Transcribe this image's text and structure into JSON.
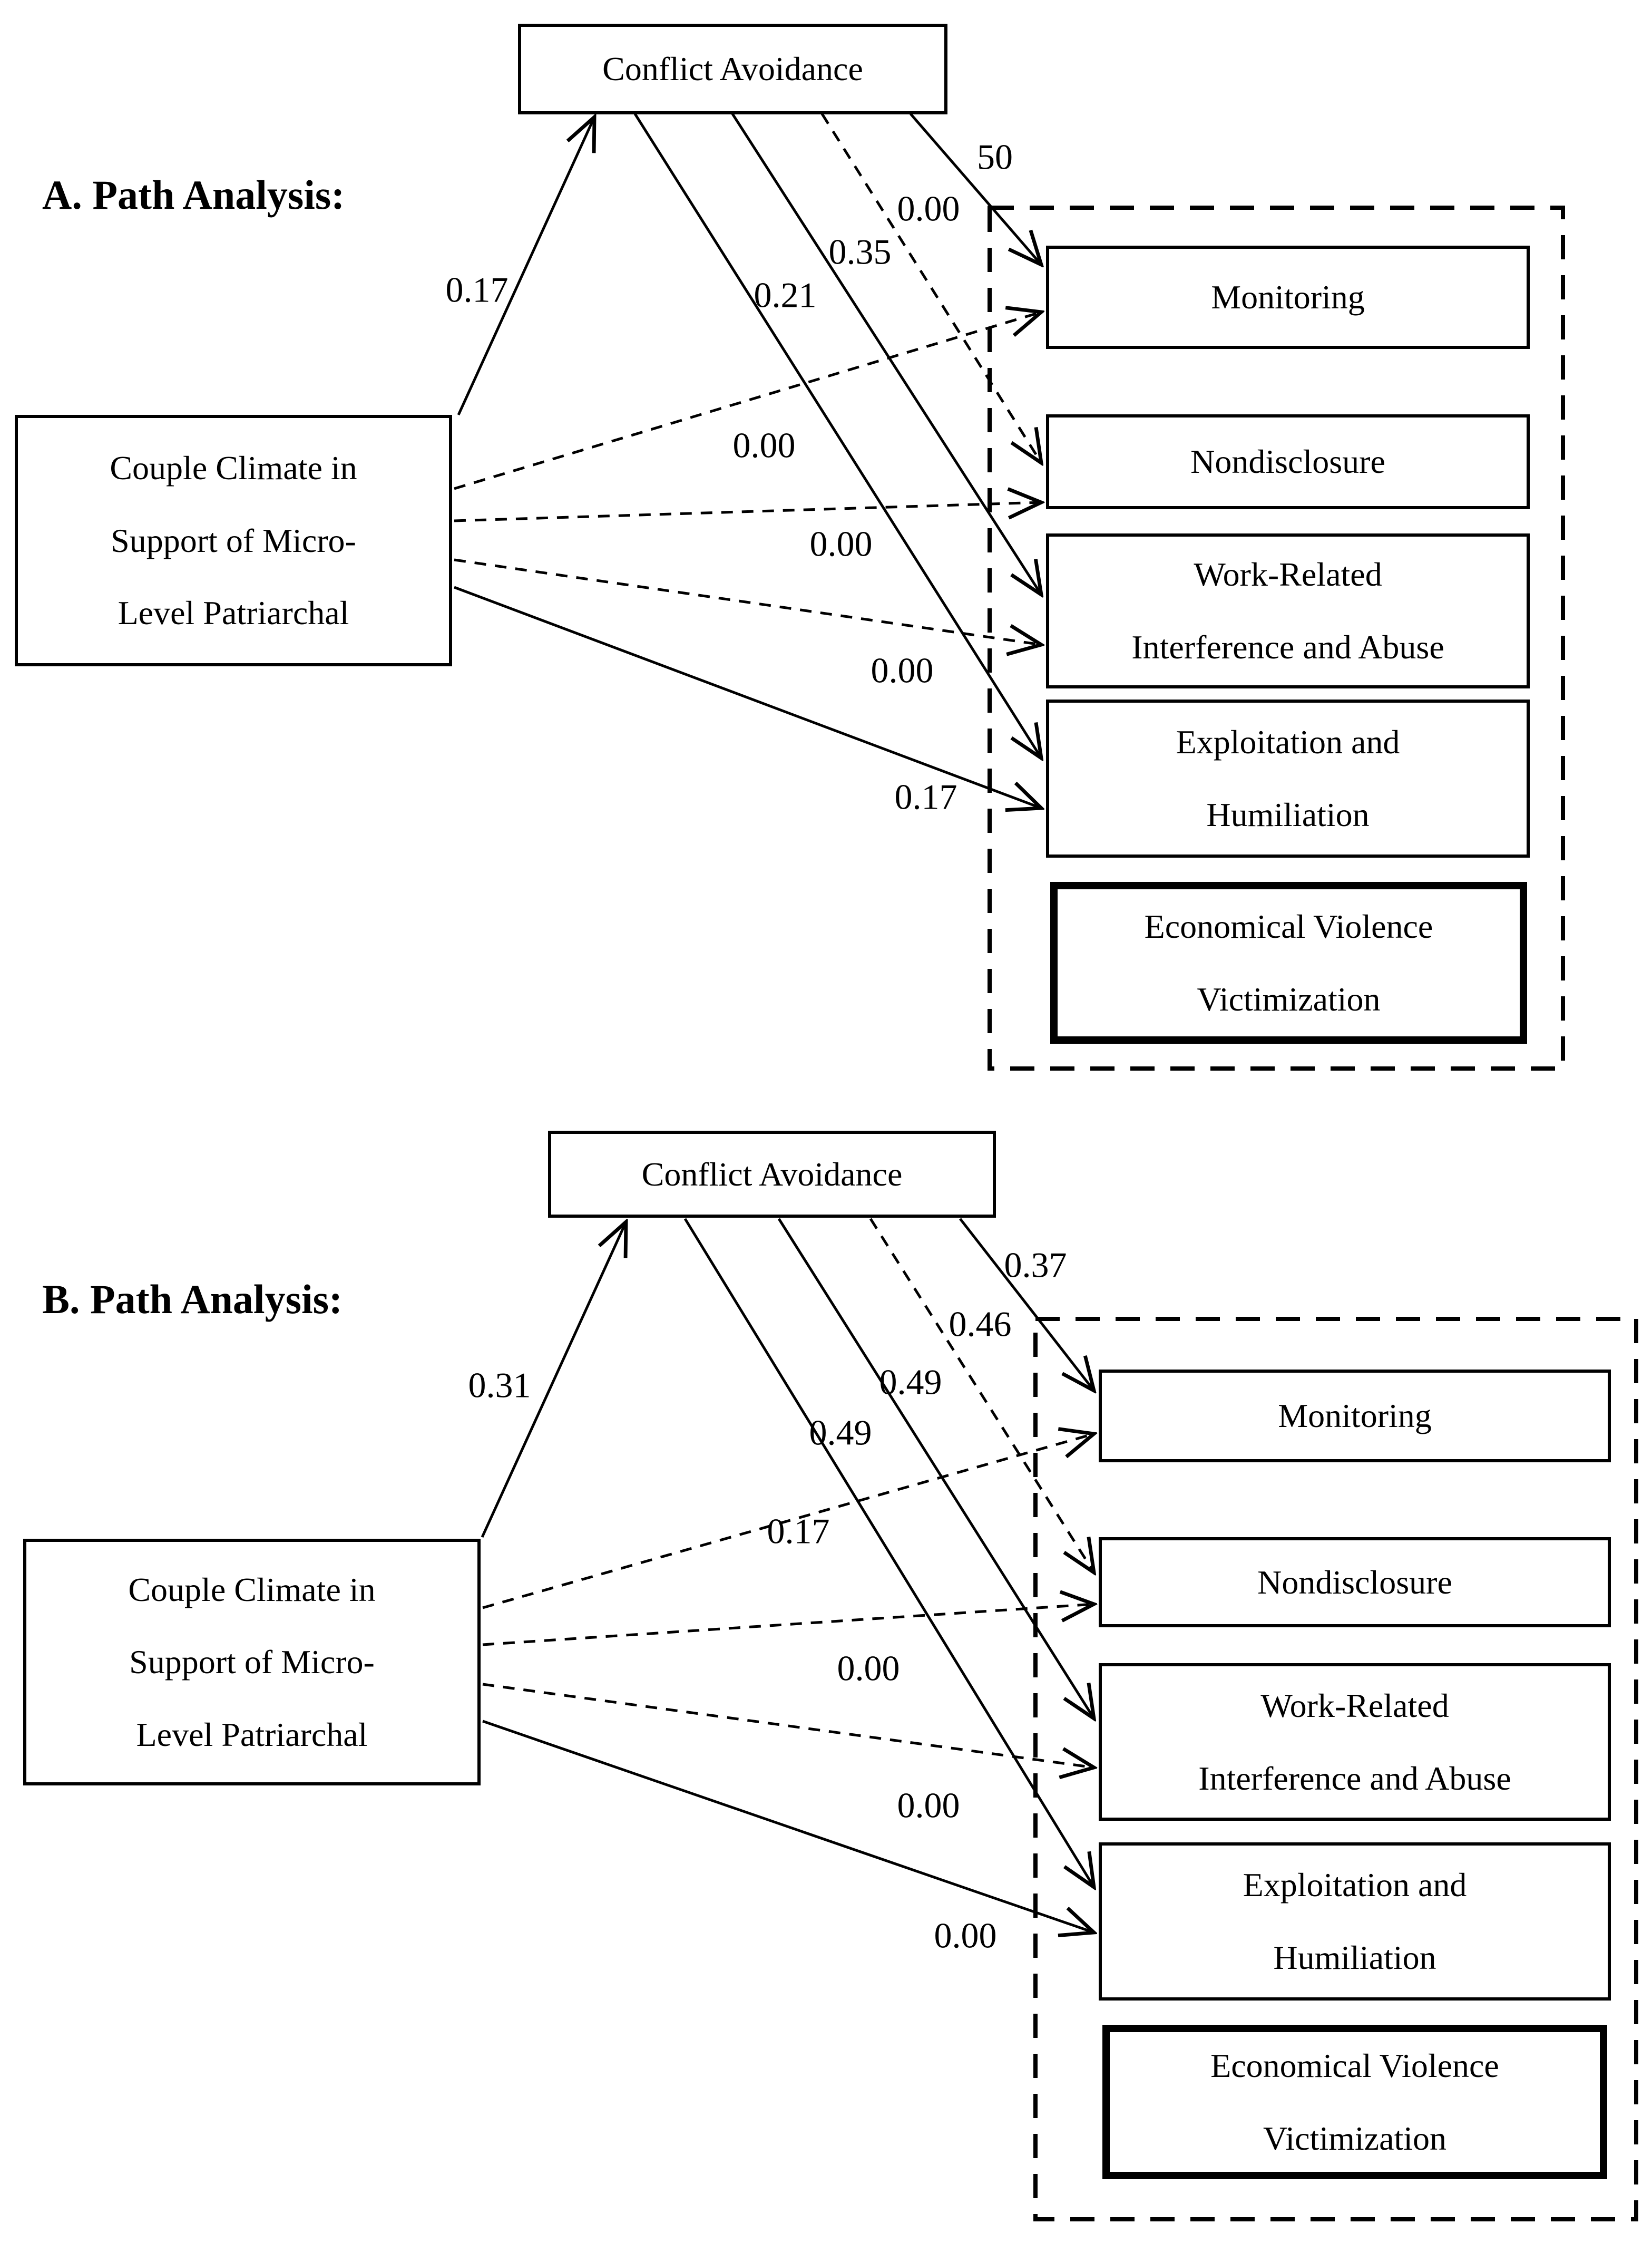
{
  "figure": {
    "colors": {
      "ink": "#000000",
      "background": "#ffffff"
    },
    "panel_a": {
      "title": "A. Path Analysis:",
      "nodes": {
        "predictor": {
          "lines": [
            "Couple Climate in",
            "Support of Micro-",
            "Level Patriarchal"
          ]
        },
        "mediator": {
          "lines": [
            "Conflict Avoidance"
          ]
        },
        "monitoring": {
          "lines": [
            "Monitoring"
          ]
        },
        "nondisclosure": {
          "lines": [
            "Nondisclosure"
          ]
        },
        "work_related": {
          "lines": [
            "Work-Related",
            "Interference and Abuse"
          ]
        },
        "exploitation": {
          "lines": [
            "Exploitation and",
            "Humiliation"
          ]
        },
        "economical_violence": {
          "lines": [
            "Economical Violence",
            "Victimization"
          ]
        }
      },
      "paths": [
        {
          "from": "couple_climate",
          "to": "conflict_avoidance",
          "label": "0.17",
          "style": "solid"
        },
        {
          "from": "conflict_avoidance",
          "to": "monitoring",
          "label": "50",
          "style": "solid"
        },
        {
          "from": "conflict_avoidance",
          "to": "nondisclosure",
          "label": "0.00",
          "style": "dashed"
        },
        {
          "from": "conflict_avoidance",
          "to": "work_related",
          "label": "0.35",
          "style": "solid"
        },
        {
          "from": "conflict_avoidance",
          "to": "exploitation",
          "label": "0.21",
          "style": "solid"
        },
        {
          "from": "couple_climate",
          "to": "monitoring",
          "label": "0.00",
          "style": "dashed"
        },
        {
          "from": "couple_climate",
          "to": "nondisclosure",
          "label": "0.00",
          "style": "dashed"
        },
        {
          "from": "couple_climate",
          "to": "work_related",
          "label": "0.00",
          "style": "dashed"
        },
        {
          "from": "couple_climate",
          "to": "exploitation",
          "label": "0.17",
          "style": "solid"
        }
      ]
    },
    "panel_b": {
      "title": "B. Path Analysis:",
      "nodes": {
        "predictor": {
          "lines": [
            "Couple Climate in",
            "Support of Micro-",
            "Level Patriarchal"
          ]
        },
        "mediator": {
          "lines": [
            "Conflict Avoidance"
          ]
        },
        "monitoring": {
          "lines": [
            "Monitoring"
          ]
        },
        "nondisclosure": {
          "lines": [
            "Nondisclosure"
          ]
        },
        "work_related": {
          "lines": [
            "Work-Related",
            "Interference and Abuse"
          ]
        },
        "exploitation": {
          "lines": [
            "Exploitation and",
            "Humiliation"
          ]
        },
        "economical_violence": {
          "lines": [
            "Economical Violence",
            "Victimization"
          ]
        }
      },
      "paths": [
        {
          "from": "couple_climate",
          "to": "conflict_avoidance",
          "label": "0.31",
          "style": "solid"
        },
        {
          "from": "conflict_avoidance",
          "to": "monitoring",
          "label": "0.37",
          "style": "solid"
        },
        {
          "from": "conflict_avoidance",
          "to": "nondisclosure",
          "label": "0.46",
          "style": "dashed"
        },
        {
          "from": "conflict_avoidance",
          "to": "work_related",
          "label": "0.49",
          "style": "solid"
        },
        {
          "from": "conflict_avoidance",
          "to": "exploitation",
          "label": "0.49",
          "style": "solid"
        },
        {
          "from": "couple_climate",
          "to": "monitoring",
          "label": "0.17",
          "style": "dashed"
        },
        {
          "from": "couple_climate",
          "to": "nondisclosure",
          "label": "0.00",
          "style": "dashed"
        },
        {
          "from": "couple_climate",
          "to": "work_related",
          "label": "0.00",
          "style": "dashed"
        },
        {
          "from": "couple_climate",
          "to": "exploitation",
          "label": "0.00",
          "style": "solid"
        }
      ]
    }
  }
}
